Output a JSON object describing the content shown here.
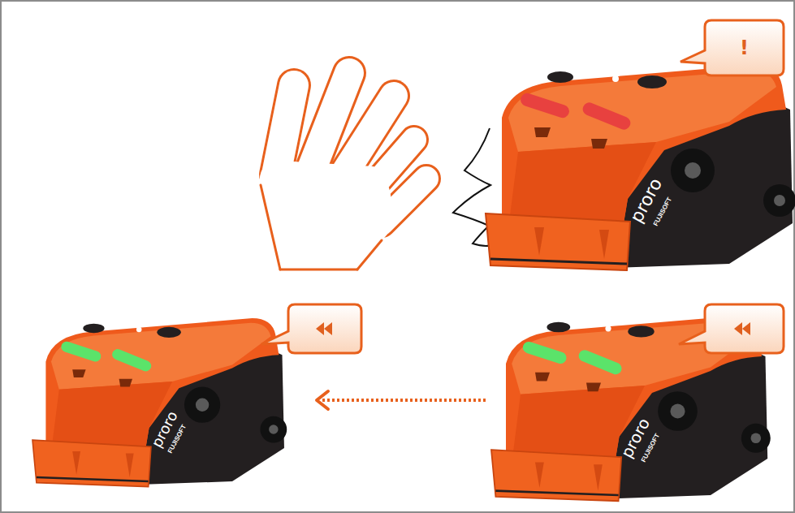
{
  "diagram": {
    "nodes": [
      {
        "text": [
          "!"
        ]
      }
    ],
    "labels": [
      "proro",
      "FUJISOFT",
      "proro",
      "FUJISOFT",
      "proro",
      "FUJISOFT"
    ]
  }
}
